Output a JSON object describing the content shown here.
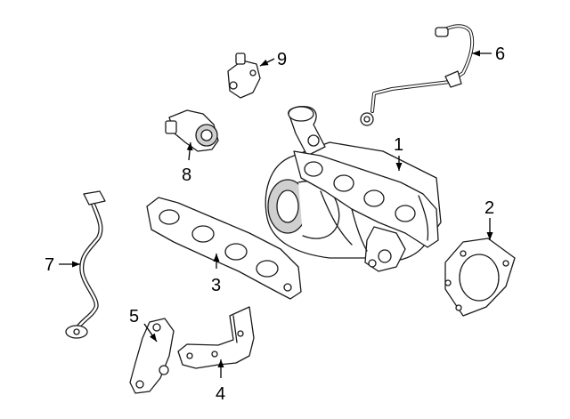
{
  "callouts": [
    {
      "id": "1",
      "label": "1"
    },
    {
      "id": "2",
      "label": "2"
    },
    {
      "id": "3",
      "label": "3"
    },
    {
      "id": "4",
      "label": "4"
    },
    {
      "id": "5",
      "label": "5"
    },
    {
      "id": "6",
      "label": "6"
    },
    {
      "id": "7",
      "label": "7"
    },
    {
      "id": "8",
      "label": "8"
    },
    {
      "id": "9",
      "label": "9"
    }
  ],
  "colors": {
    "line": "#1a1a1a",
    "background": "#ffffff",
    "shade": "#cfcfcf"
  }
}
